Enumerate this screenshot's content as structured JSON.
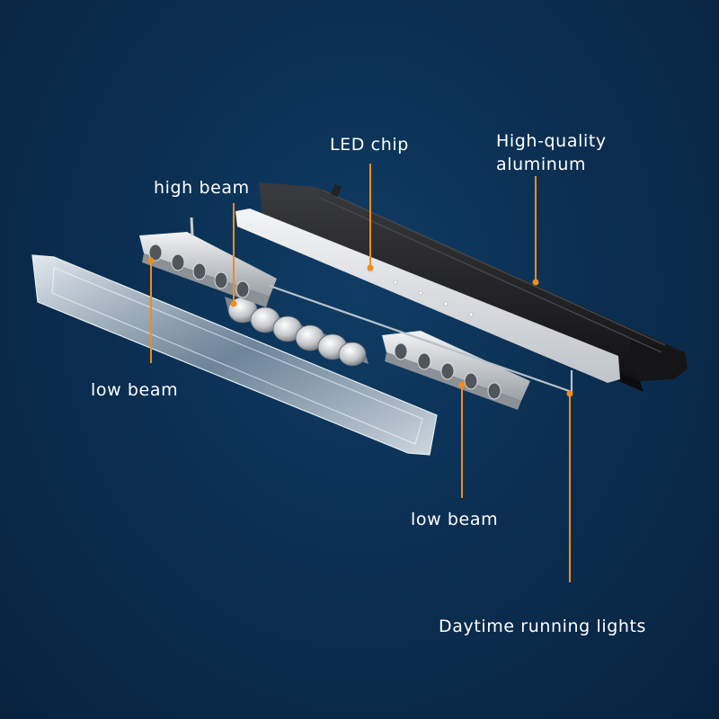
{
  "labels": {
    "led_chip": "LED chip",
    "aluminum_line1": "High-quality",
    "aluminum_line2": "aluminum",
    "high_beam": "high beam",
    "low_beam_left": "low beam",
    "low_beam_right": "low beam",
    "drl": "Daytime running lights"
  },
  "colors": {
    "background": "#0b2f52",
    "callout": "#f08c1e",
    "label_text": "#ffffff",
    "housing": "#1c1c1e",
    "pcb": "#e6e8ea",
    "lens": "#c9d4dc"
  }
}
